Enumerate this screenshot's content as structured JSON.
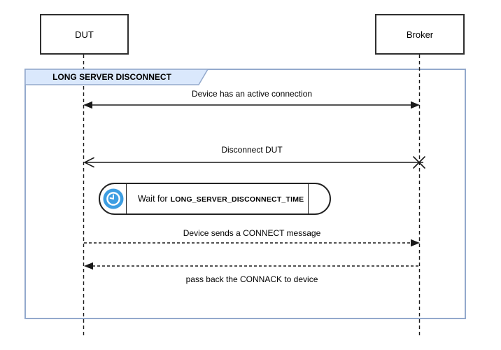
{
  "actors": [
    {
      "label": "DUT"
    },
    {
      "label": "Broker"
    }
  ],
  "frame": {
    "title": "LONG SERVER DISCONNECT"
  },
  "messages": [
    {
      "label": "Device has an active connection",
      "from": "DUT",
      "to": "Broker",
      "line": "solid",
      "ends": "filled-arrow-both"
    },
    {
      "label": "Disconnect DUT",
      "from": "Broker",
      "to": "DUT",
      "line": "solid",
      "ends": "open-arrow-at-dut, cross-at-broker"
    },
    {
      "label": "Device sends a CONNECT message",
      "from": "DUT",
      "to": "Broker",
      "line": "dashed",
      "ends": "filled-arrow-at-broker"
    },
    {
      "label": "pass back the CONNACK to device",
      "from": "Broker",
      "to": "DUT",
      "line": "dashed",
      "ends": "filled-arrow-at-dut"
    }
  ],
  "wait_activity": {
    "icon": "clock-icon",
    "prefix": "Wait for",
    "constant": "LONG_SERVER_DISCONNECT_TIME"
  },
  "colors": {
    "frame_border": "#93a9cc",
    "frame_tab_fill": "#dae8fc",
    "clock_icon_blue": "#3d9ee2",
    "line_color": "#1a1a1a"
  }
}
